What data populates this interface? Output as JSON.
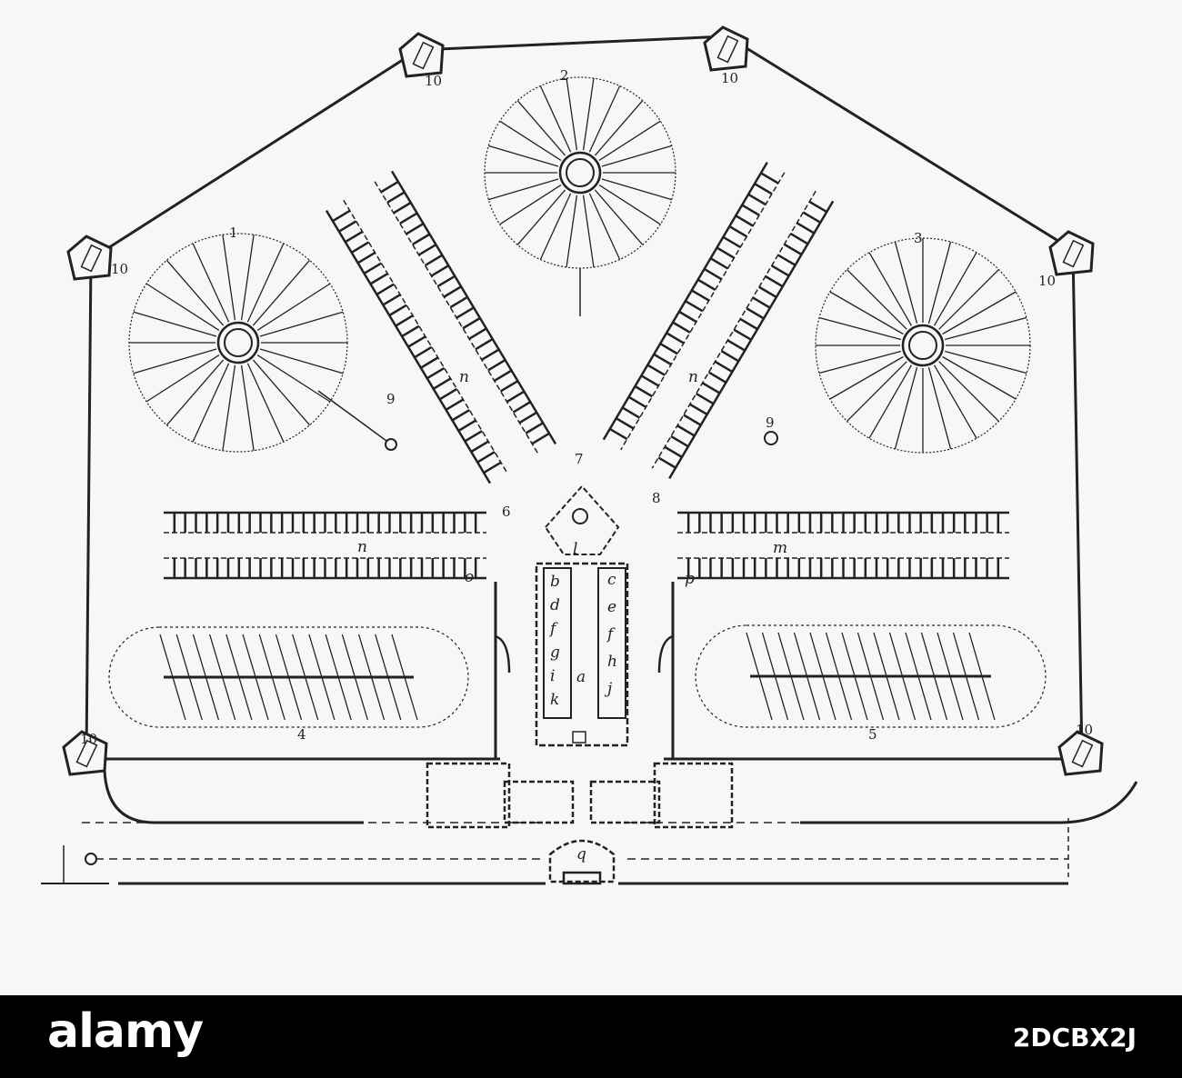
{
  "diagram": {
    "labels": {
      "yard_1": "1",
      "yard_2": "2",
      "yard_3": "3",
      "yard_4": "4",
      "yard_5": "5",
      "hub_6": "6",
      "hub_7": "7",
      "hub_8": "8",
      "well_left": "9",
      "well_right": "9",
      "tower": "10",
      "wing_n_upper_left": "n",
      "wing_n_upper_right": "n",
      "wing_n_left": "n",
      "wing_m_right": "m",
      "centre_l": "l",
      "corridor_a": "a",
      "room_o": "o",
      "room_p": "p",
      "gate_q": "q",
      "rooms_left": [
        "b",
        "d",
        "f",
        "g",
        "i",
        "k"
      ],
      "rooms_right": [
        "c",
        "e",
        "f",
        "h",
        "j"
      ]
    }
  },
  "watermark": {
    "logo": "alamy",
    "code": "2DCBX2J"
  },
  "colors": {
    "ink": "#222222",
    "paper": "#f7f7f5",
    "banner": "#000000"
  }
}
